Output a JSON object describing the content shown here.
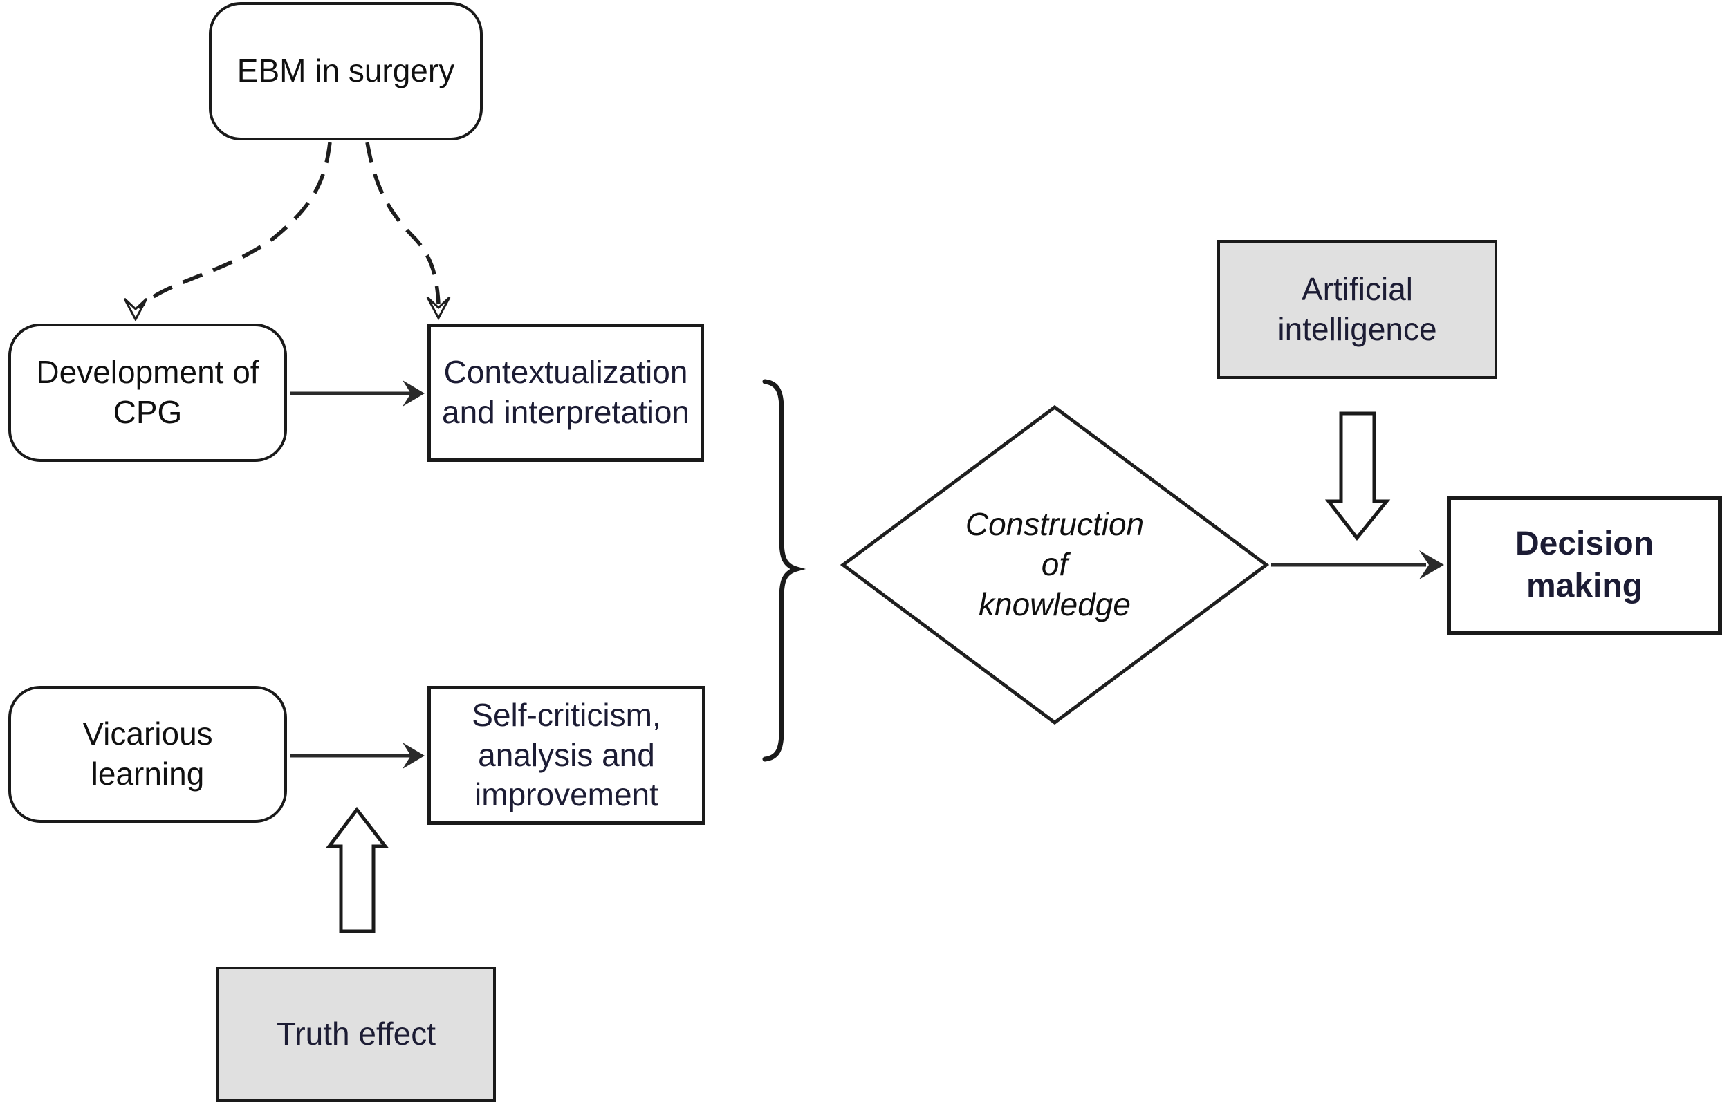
{
  "nodes": {
    "ebm": {
      "label": "EBM in surgery"
    },
    "cpg": {
      "label": "Development of\nCPG"
    },
    "context": {
      "label": "Contextualization\nand interpretation"
    },
    "vicarious": {
      "label": "Vicarious\nlearning"
    },
    "selfcrit": {
      "label": "Self-criticism,\nanalysis and\nimprovement"
    },
    "truth": {
      "label": "Truth effect"
    },
    "construction": {
      "label": "Construction\nof\nknowledge"
    },
    "ai": {
      "label": "Artificial\nintelligence"
    },
    "decision": {
      "label": "Decision\nmaking"
    }
  },
  "edges": [
    {
      "from": "ebm",
      "to": "cpg",
      "style": "dashed-curve-arrow"
    },
    {
      "from": "ebm",
      "to": "context",
      "style": "dashed-curve-arrow"
    },
    {
      "from": "cpg",
      "to": "context",
      "style": "solid-arrow"
    },
    {
      "from": "vicarious",
      "to": "selfcrit",
      "style": "solid-arrow"
    },
    {
      "from": "truth",
      "to": "selfcrit",
      "style": "block-arrow-up"
    },
    {
      "from": "context+selfcrit",
      "to": "construction",
      "style": "curly-brace"
    },
    {
      "from": "construction",
      "to": "decision",
      "style": "solid-arrow"
    },
    {
      "from": "ai",
      "to": "decision",
      "style": "block-arrow-down"
    }
  ],
  "colors": {
    "text_black": "#101010",
    "text_navy": "#1c1c34",
    "node_border": "#1a1a1a",
    "gray_fill": "#e0e0e0",
    "background": "#ffffff"
  }
}
